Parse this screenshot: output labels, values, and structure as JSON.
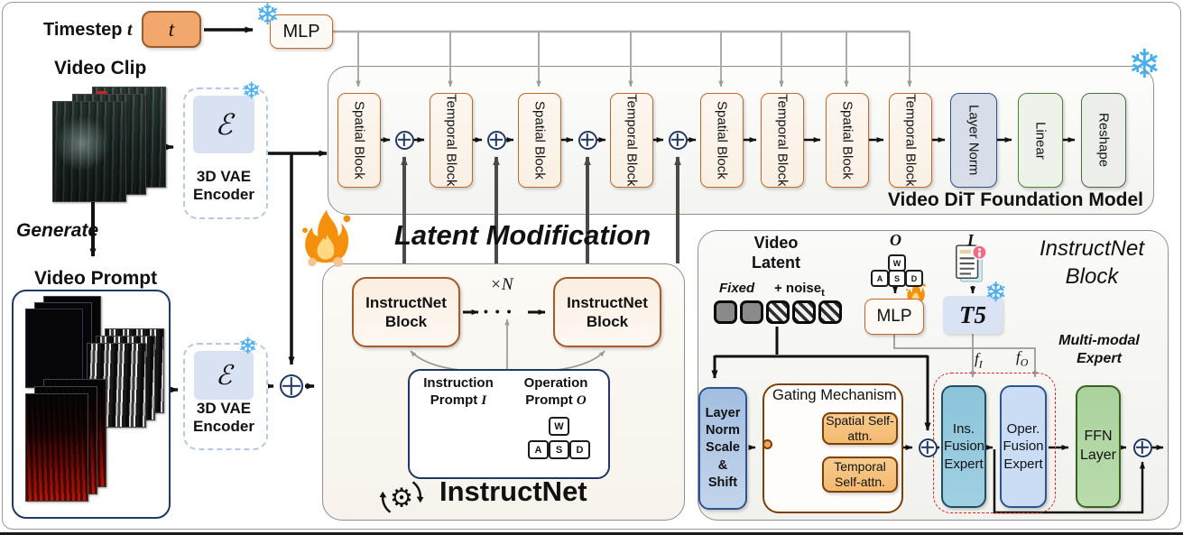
{
  "top": {
    "timestep_label": "Timestep",
    "timestep_symbol": "t",
    "t_value": "t",
    "mlp_label": "MLP"
  },
  "left": {
    "video_clip_label": "Video Clip",
    "generate_label": "Generate",
    "video_prompt_label": "Video Prompt",
    "vae1": {
      "symbol": "ℰ",
      "line1": "3D VAE",
      "line2": "Encoder"
    },
    "vae2": {
      "symbol": "ℰ",
      "line1": "3D VAE",
      "line2": "Encoder"
    }
  },
  "dit": {
    "title": "Video DiT Foundation Model",
    "blocks": [
      {
        "label": "Spatial Block"
      },
      {
        "label": "Temporal Block"
      },
      {
        "label": "Spatial Block"
      },
      {
        "label": "Temporal Block"
      },
      {
        "label": "Spatial Block"
      },
      {
        "label": "Temporal Block"
      },
      {
        "label": "Spatial Block"
      },
      {
        "label": "Temporal Block"
      }
    ],
    "layer_norm": "Layer Norm",
    "linear": "Linear",
    "reshape": "Reshape"
  },
  "latent_modification_label": "Latent Modification",
  "instructnet": {
    "title": "InstructNet",
    "block_left": "InstructNet Block",
    "block_right": "InstructNet Block",
    "repeat_label": "×N",
    "dots": "• • •",
    "prompts": {
      "instruction_line1": "Instruction",
      "instruction_line2": "Prompt",
      "instruction_symbol": "I",
      "operation_line1": "Operation",
      "operation_line2": "Prompt",
      "operation_symbol": "O"
    },
    "keys": [
      "W",
      "A",
      "S",
      "D"
    ]
  },
  "panel": {
    "title_line1": "InstructNet",
    "title_line2": "Block",
    "video_latent_line1": "Video",
    "video_latent_line2": "Latent",
    "fixed_label": "Fixed",
    "noise_label": "+ noise",
    "noise_sub": "t",
    "o_symbol": "O",
    "i_symbol": "I",
    "keys": [
      "W",
      "A",
      "S",
      "D"
    ],
    "mlp_label": "MLP",
    "t5_label": "T5",
    "f_symbol": "f",
    "f_i_sub": "I",
    "f_o_sub": "O",
    "multimodal_line1": "Multi-modal",
    "multimodal_line2": "Expert",
    "lnss": [
      "Layer",
      "Norm",
      "Scale",
      "&",
      "Shift"
    ],
    "gating_title": "Gating Mechanism",
    "spatial_attn": "Spatial Self-attn.",
    "temporal_attn": "Temporal Self-attn.",
    "ins_expert": "Ins. Fusion Expert",
    "oper_expert": "Oper. Fusion Expert",
    "ffn": "FFN Layer"
  },
  "colors": {
    "accent_orange": "#c0692b",
    "navy": "#1F3864",
    "snowflake_blue": "#49aee8",
    "expert_red_outline": "#e32222"
  }
}
